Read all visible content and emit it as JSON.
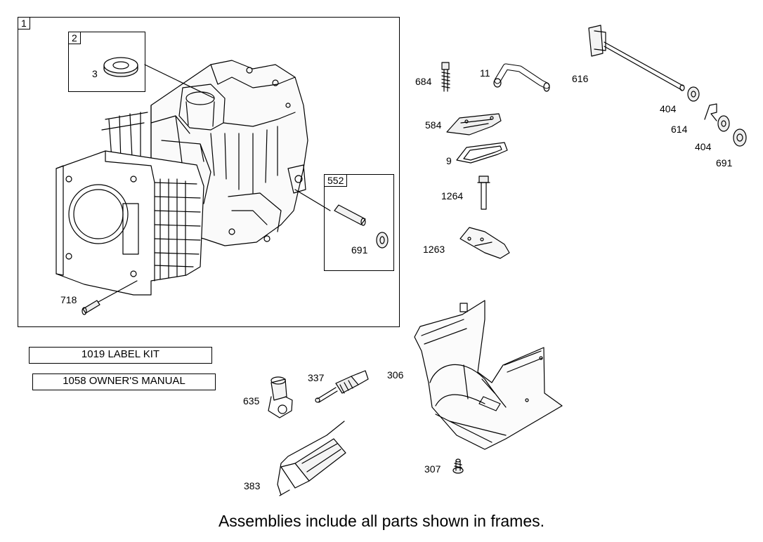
{
  "frames": {
    "assembly_1": {
      "tag": "1"
    },
    "assembly_2": {
      "tag": "2"
    },
    "assembly_552": {
      "tag": "552"
    }
  },
  "part_labels": {
    "p3": "3",
    "p718": "718",
    "p691a": "691",
    "p684": "684",
    "p11": "11",
    "p616": "616",
    "p404a": "404",
    "p614": "614",
    "p404b": "404",
    "p691b": "691",
    "p584": "584",
    "p9": "9",
    "p1264": "1264",
    "p1263": "1263",
    "p337": "337",
    "p306": "306",
    "p635": "635",
    "p383": "383",
    "p307": "307"
  },
  "documents": {
    "label_kit": "1019 LABEL KIT",
    "owners_manual": "1058 OWNER'S MANUAL"
  },
  "footer": "Assemblies include all parts shown in frames."
}
